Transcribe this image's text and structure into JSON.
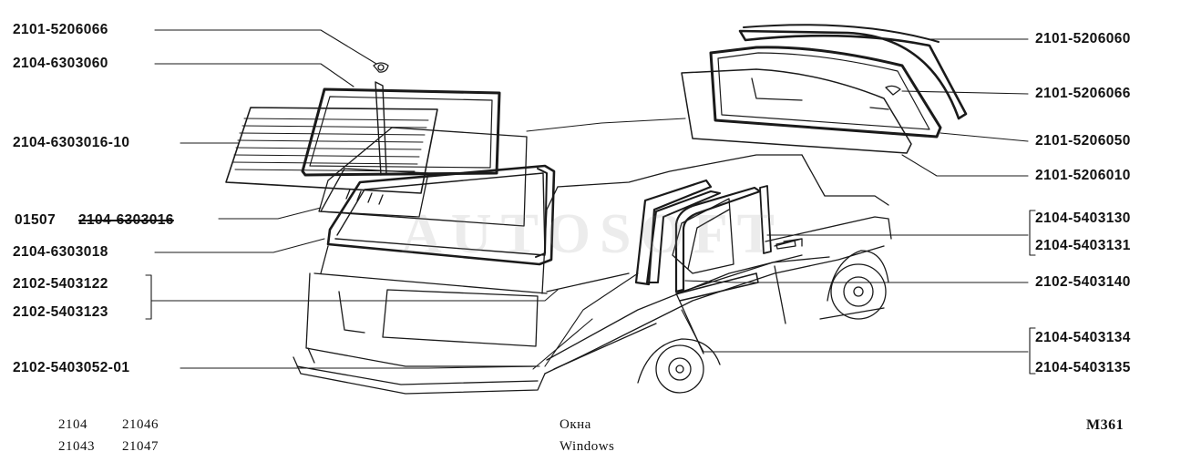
{
  "labels_left": {
    "l1": "2101-5206066",
    "l2": "2104-6303060",
    "l3": "2104-6303016-10",
    "l4_prefix": "01507",
    "l4_struck": "2104-6303016",
    "l5": "2104-6303018",
    "l6a": "2102-5403122",
    "l6b": "2102-5403123",
    "l7": "2102-5403052-01"
  },
  "labels_right": {
    "r1": "2101-5206060",
    "r2": "2101-5206066",
    "r3": "2101-5206050",
    "r4": "2101-5206010",
    "r5a": "2104-5403130",
    "r5b": "2104-5403131",
    "r6": "2102-5403140",
    "r7a": "2104-5403134",
    "r7b": "2104-5403135"
  },
  "footer": {
    "models_row1_a": "2104",
    "models_row1_b": "21046",
    "models_row2_a": "21043",
    "models_row2_b": "21047",
    "title_ru": "Окна",
    "title_en": "Windows",
    "page_code": "M361"
  },
  "watermark": "AUTOSOFT"
}
